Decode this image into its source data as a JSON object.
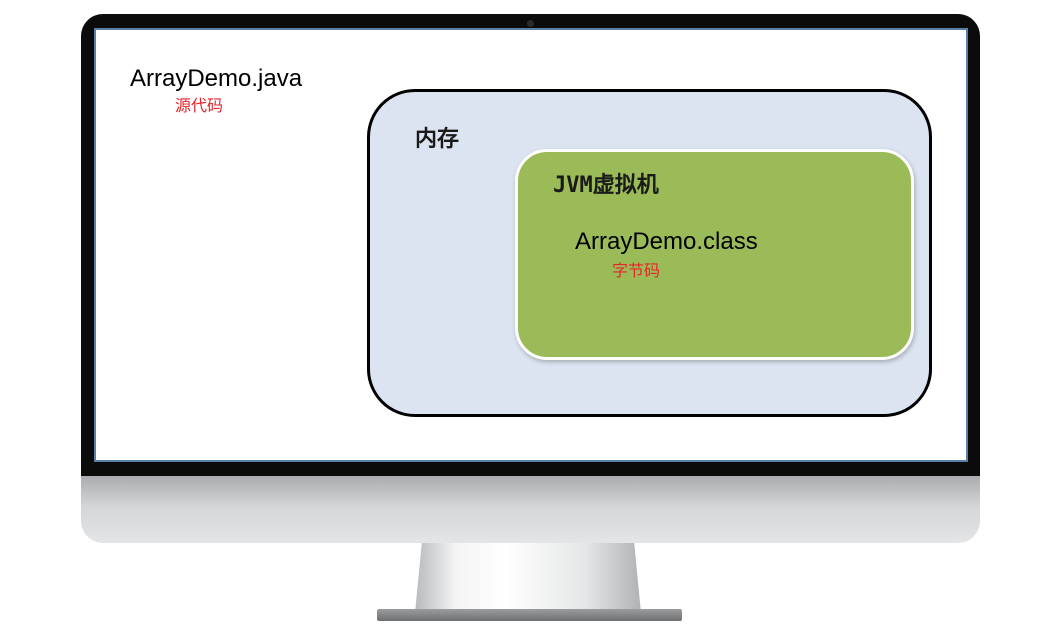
{
  "source_file": {
    "label": "ArrayDemo.java",
    "caption": "源代码"
  },
  "memory": {
    "title": "内存"
  },
  "jvm": {
    "title": "JVM虚拟机",
    "class_file": {
      "label": "ArrayDemo.class",
      "caption": "字节码"
    }
  },
  "colors": {
    "memory_fill": "#dbe4f0",
    "jvm_fill": "#9bbb59",
    "caption_red": "#e8242a",
    "screen_border": "#5b7fa6"
  }
}
